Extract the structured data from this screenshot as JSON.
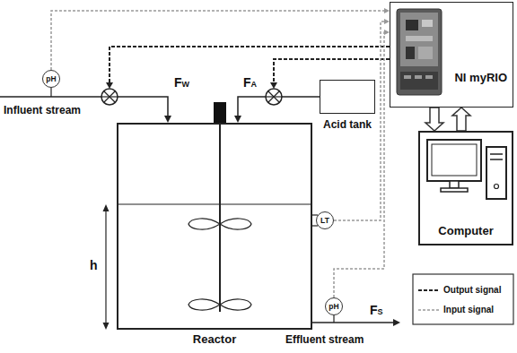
{
  "diagram": {
    "nodes": [
      {
        "text": [
          "pH"
        ]
      },
      {
        "text": [
          "NI myRIO"
        ]
      },
      {
        "text": [
          "Computer"
        ]
      },
      {
        "text": [
          "Acid tank"
        ]
      },
      {
        "text": [
          "Reactor"
        ]
      },
      {
        "text": [
          "LT"
        ]
      },
      {
        "text": [
          "pH"
        ]
      }
    ],
    "edges": [
      {
        "from": 0,
        "to": 1,
        "arrow": "to"
      },
      {
        "from": 5,
        "to": 1,
        "arrow": "to"
      },
      {
        "from": 6,
        "to": 1,
        "arrow": "to"
      },
      {
        "from": 1,
        "to": 2,
        "arrow": "to"
      },
      {
        "from": 2,
        "to": 1,
        "arrow": "to"
      },
      {
        "from": 3,
        "to": 4,
        "arrow": "to"
      }
    ],
    "labels": [
      "FW",
      "FA",
      "Influent stream",
      "h",
      "FS",
      "Effluent stream"
    ],
    "legend": [
      {
        "text": "Output signal"
      },
      {
        "text": "Input signal"
      }
    ]
  }
}
